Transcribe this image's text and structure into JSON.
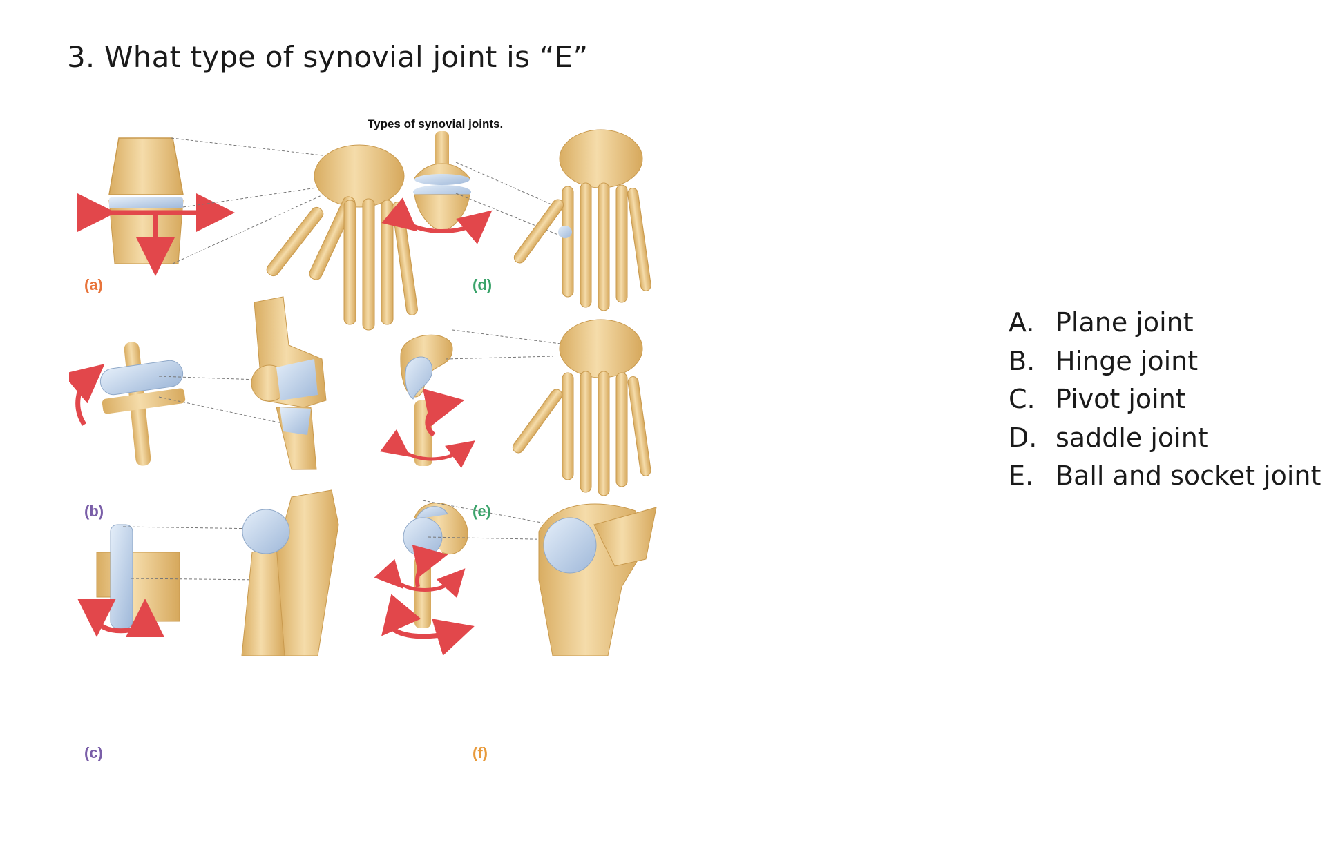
{
  "question": {
    "text": "3. What type of synovial joint is “E”"
  },
  "figure": {
    "title": "Types of synovial joints.",
    "panels": [
      {
        "label": "(a)",
        "color": "#e8743b"
      },
      {
        "label": "(b)",
        "color": "#7a5ea8"
      },
      {
        "label": "(c)",
        "color": "#7a5ea8"
      },
      {
        "label": "(d)",
        "color": "#3aa36a"
      },
      {
        "label": "(e)",
        "color": "#3aa36a"
      },
      {
        "label": "(f)",
        "color": "#e89a3b"
      }
    ]
  },
  "colors": {
    "bone": "#ecc98a",
    "bone_dark": "#c99a4e",
    "cartilage": "#b9cde6",
    "arrow": "#e2474b"
  },
  "options": [
    {
      "letter": "A.",
      "text": "Plane joint"
    },
    {
      "letter": "B.",
      "text": "Hinge joint"
    },
    {
      "letter": "C.",
      "text": "Pivot joint"
    },
    {
      "letter": "D.",
      "text": "saddle joint"
    },
    {
      "letter": "E.",
      "text": "Ball and socket joint"
    }
  ]
}
